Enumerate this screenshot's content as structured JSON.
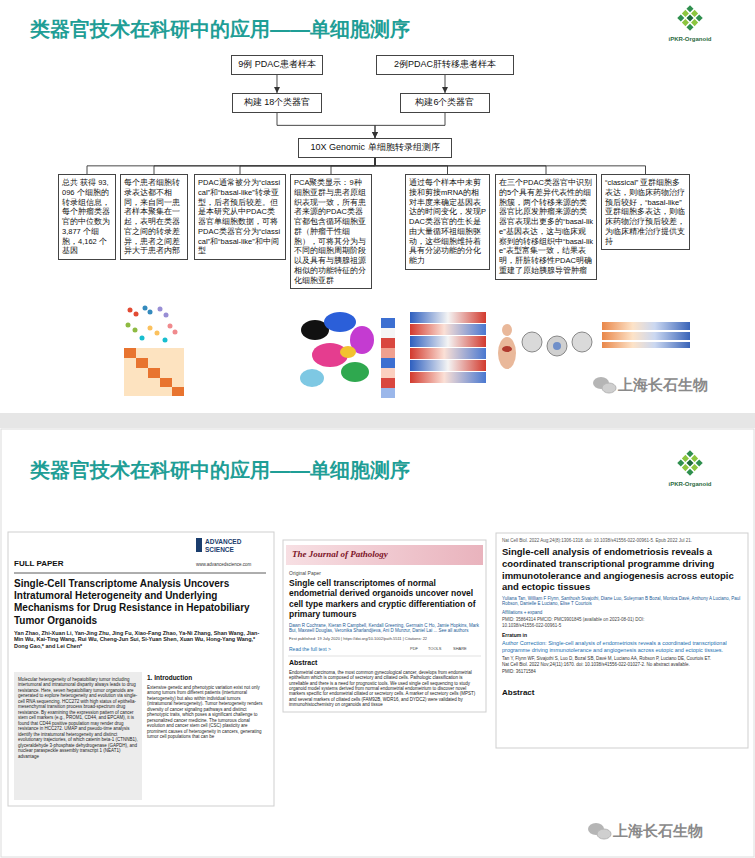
{
  "diagram": {
    "title": "类器官技术在科研中的应用——单细胞测序",
    "nodes": [
      {
        "text": [
          "9例 PDAC患者样本"
        ]
      },
      {
        "text": [
          "2例PDAC肝转移患者样本"
        ]
      },
      {
        "text": [
          "构建 18个类器官"
        ]
      },
      {
        "text": [
          "构建6个类器官"
        ]
      },
      {
        "text": [
          "10X Genomic 单细胞转录组测序"
        ]
      },
      {
        "text": [
          "总共 获得 93,096 个细胞的转录组信息，每个肿瘤类器官的中位数为 3,877 个细胞，4,162 个基因"
        ]
      },
      {
        "text": [
          "每个患者细胞转录表达都不相同，来自同一患者样本聚集在一起，表明在类器官之间的转录差异，患者之间差异大于患者内部"
        ]
      },
      {
        "text": [
          "PDAC通常被分为“classical”和“basal-like”转录亚型，后者预后较差。但是本研究从中PDAC类器官单细胞数据，可将PDAC类器官分为“classical”和“basal-like”和中间型"
        ]
      },
      {
        "text": [
          "PCA聚类显示：9种细胞亚群与患者原组织表现一致，所有患者来源的PDAC类器官都包含循环细胞亚群（肿瘤干性细胞），可将其分为与不同的细胞周期阶段以及具有与胰腺祖源相似的功能特征的分化细胞亚群"
        ]
      },
      {
        "text": [
          "通过每个样本中未剪接和剪接mRNA的相对丰度来确定基因表达的时间变化，发现PDAC类器官的生长是由大量循环祖细胞驱动，这些细胞维持着具有分泌功能的分化能力"
        ]
      },
      {
        "text": [
          "在三个PDAC类器官中识别的5个具有差异代表性的细胞簇，两个转移来源的类器官比原发肿瘤来源的类器官表现出更多的“basal-like”基因表达，这与临床观察到的转移组织中“basal-like”表型富集一致，结果表明，肝脏转移性PDAC明确重建了原始胰腺导管肿瘤"
        ]
      },
      {
        "text": [
          "“classical” 亚群细胞多表达，则临床药物治疗预后较好，“basal-like”亚群细胞多表达，则临床药物治疗预后较差，为临床精准治疗提供支持"
        ]
      }
    ],
    "edges": [
      {
        "from": 0,
        "to": 2,
        "arrow": "to"
      },
      {
        "from": 1,
        "to": 3,
        "arrow": "to"
      },
      {
        "from": 2,
        "to": 4,
        "arrow": "to"
      },
      {
        "from": 3,
        "to": 4,
        "arrow": "to"
      },
      {
        "from": 4,
        "to": 5,
        "arrow": "none"
      },
      {
        "from": 4,
        "to": 6,
        "arrow": "none"
      },
      {
        "from": 4,
        "to": 7,
        "arrow": "none"
      },
      {
        "from": 4,
        "to": 8,
        "arrow": "none"
      },
      {
        "from": 4,
        "to": 9,
        "arrow": "none"
      },
      {
        "from": 4,
        "to": 10,
        "arrow": "none"
      },
      {
        "from": 4,
        "to": 11,
        "arrow": "none"
      }
    ],
    "labels": [
      "iPKR-Organoid",
      "上海长石生物",
      "类器官技术在科研中的应用——单细胞测序",
      "iPKR-Organoid",
      "FULL PAPER",
      "ADVANCED SCIENCE",
      "www.advancedscience.com",
      "Single-Cell Transcriptome Analysis Uncovers Intratumoral Heterogeneity and Underlying Mechanisms for Drug Resistance in Hepatobiliary Tumor Organoids",
      "Yan Zhao, Zhi-Xuan Li, Yan-Jing Zhu, Jing Fu, Xiao-Fang Zhao, Ya-Ni Zhang, Shan Wang, Jian-Min Wu, Kai-Ting Wang, Rui Wu, Cheng-Jun Sui, Si-Yuan Shen, Xuan Wu, Hong-Yang Wang,* Dong Gao,* and Lei Chen*",
      "Molecular heterogeneity of hepatobiliary tumor including intertumoral and intratumoral disparity always leads to drug resistance. Here, seven hepatobiliary tumor organoids are generated to explore heterogeneity and evolution via single-cell RNA sequencing. HCC272 with high status of epithelia-mesenchymal transition process broad-spectrum drug resistance. By examining the expression pattern of cancer stem cell markers (e.g., PROM1, CD44, and EPCAM), it is found that CD44 positive population may render drug resistance in HCC272. UMAP and pseudo-time analysis identify the intratumoral heterogeneity and distinct evolutionary trajectories, of which catenin beta-1 (CTNNB1), glyceraldehyde 3-phosphate dehydrogenase (GAPDH), and nuclear paraspeckle assembly transcript 1 (NEAT1) advantage",
      "1. Introduction",
      "Extensive genetic and phenotypic variation exist not only among tumors from different patients (intertumoral heterogeneity) but also within individual tumors (intratumoral heterogeneity). Tumor heterogeneity renders diversity of cancer signaling pathways and distinct phenotypic traits, which poses a significant challenge to personalized cancer medicine. The tumorous clonal evolution and cancer stem cell (CSC) plasticity are prominent causes of heterogeneity in cancers, generating tumor cell populations that can be",
      "The Journal of Pathology",
      "Original Paper",
      "Single cell transcriptomes of normal endometrial derived organoids uncover novel cell type markers and cryptic differentiation of primary tumours",
      "Dawn R Cochrane, Kieran R Campbell, Kendall Greening, Germain C Ho, Jamie Hopkins, Mark Bui, Maxwell Douglas, Veronika Sharlandjieva, Ani D Munzur, Daniel Lai ... See all authors",
      "First published: 19 July 2020 | https://doi.org/10.1002/path.5511 | Citations: 22",
      "Read the full text >",
      "PDF",
      "TOOLS",
      "SHARE",
      "Abstract",
      "Endometrial carcinoma, the most common gynecological cancer, develops from endometrial epithelium which is composed of secretory and ciliated cells. Pathologic classification is unreliable and there is a need for prognostic tools. We used single cell sequencing to study organoid model systems derived from normal endometrial endometrium to discover novel markers specific for endometrial ciliated or secretory cells. A marker of secretory cells (MPST) and several markers of ciliated cells (FAM92B, WDR16, and DYDC2) were validated by immunohistochemistry on organoids and tissue",
      "Nat Cell Biol. 2022 Aug;24(8):1306-1318. doi: 10.1038/s41556-022-00961-5. Epub 2022 Jul 21.",
      "Single-cell analysis of endometriosis reveals a coordinated transcriptional programme driving immunotolerance and angiogenesis across eutopic and ectopic tissues",
      "Yuliana Tan, William F Flynn, Santhosh Sivajothi, Diane Luo, Suleyman B Bozal, Monica Davé, Anthony A Luciano, Paul Robson, Danielle E Luciano, Elise T Courtois",
      "Affiliations + expand",
      "PMID: 35864314 PMCID: PMC9901845 (available on 2023-08-01) DOI: 10.1038/s41556-022-00961-5",
      "Erratum in",
      "Author Correction: Single-cell analysis of endometriosis reveals a coordinated transcriptional programme driving immunotolerance and angiogenesis across eutopic and ectopic tissues.",
      "Tan Y, Flynn WF, Sivajothi S, Luo D, Bozal SB, Davé M, Luciano AA, Robson P, Luciano DE, Courtois ET.",
      "Nat Cell Biol. 2022 Nov;24(11):1670. doi: 10.1038/s41556-022-01027-2. No abstract available.",
      "PMID: 36171584",
      "Abstract",
      "上海长石生物"
    ]
  }
}
